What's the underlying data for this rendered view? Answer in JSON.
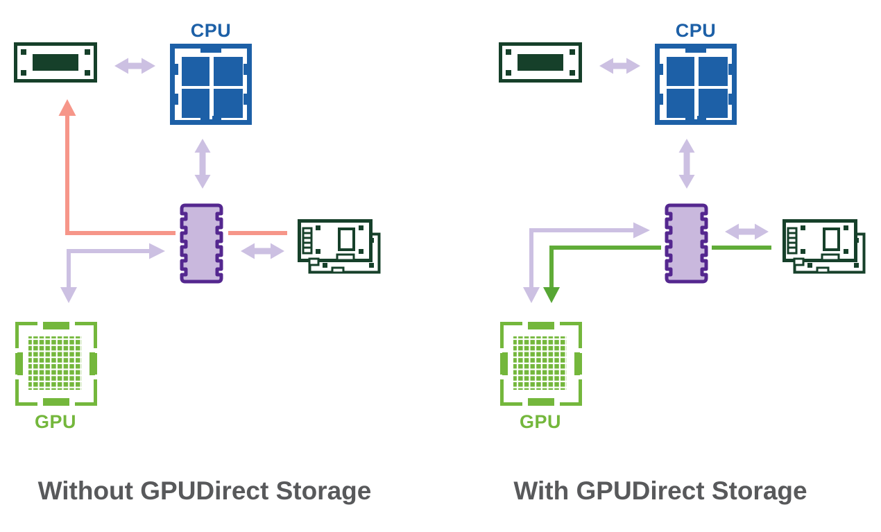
{
  "title": "GPUDirect Storage comparison diagram",
  "colors": {
    "cpu_blue": "#1d60a7",
    "chip_dark_green": "#16402a",
    "gpu_green": "#74b73c",
    "lavender_arrow": "#ccc0e2",
    "switch_fill": "#c9b8dd",
    "switch_border": "#54278f",
    "salmon_path": "#f69689",
    "green_path": "#60ac38",
    "caption_gray": "#58595b"
  },
  "diagrams": [
    {
      "caption": "Without GPUDirect Storage",
      "cpu_label": "CPU",
      "gpu_label": "GPU",
      "nodes": [
        "system-memory",
        "cpu",
        "pcie-switch",
        "nic-storage-card",
        "gpu"
      ],
      "links": [
        {
          "from": "system-memory",
          "to": "cpu",
          "style": "double-arrow",
          "color": "lavender_arrow"
        },
        {
          "from": "cpu",
          "to": "pcie-switch",
          "style": "double-arrow",
          "color": "lavender_arrow"
        },
        {
          "from": "pcie-switch",
          "to": "nic-storage-card",
          "style": "double-arrow",
          "color": "lavender_arrow"
        },
        {
          "from": "pcie-switch",
          "to": "gpu",
          "style": "elbow-double-arrow",
          "color": "lavender_arrow"
        },
        {
          "from": "nic-storage-card",
          "to": "system-memory",
          "style": "elbow-arrow",
          "color": "salmon_path"
        }
      ]
    },
    {
      "caption": "With GPUDirect Storage",
      "cpu_label": "CPU",
      "gpu_label": "GPU",
      "nodes": [
        "system-memory",
        "cpu",
        "pcie-switch",
        "nic-storage-card",
        "gpu"
      ],
      "links": [
        {
          "from": "system-memory",
          "to": "cpu",
          "style": "double-arrow",
          "color": "lavender_arrow"
        },
        {
          "from": "cpu",
          "to": "pcie-switch",
          "style": "double-arrow",
          "color": "lavender_arrow"
        },
        {
          "from": "pcie-switch",
          "to": "nic-storage-card",
          "style": "double-arrow",
          "color": "lavender_arrow"
        },
        {
          "from": "gpu",
          "to": "pcie-switch",
          "style": "elbow-arrow",
          "color": "lavender_arrow"
        },
        {
          "from": "nic-storage-card",
          "to": "gpu",
          "style": "elbow-arrow",
          "color": "green_path"
        }
      ]
    }
  ]
}
